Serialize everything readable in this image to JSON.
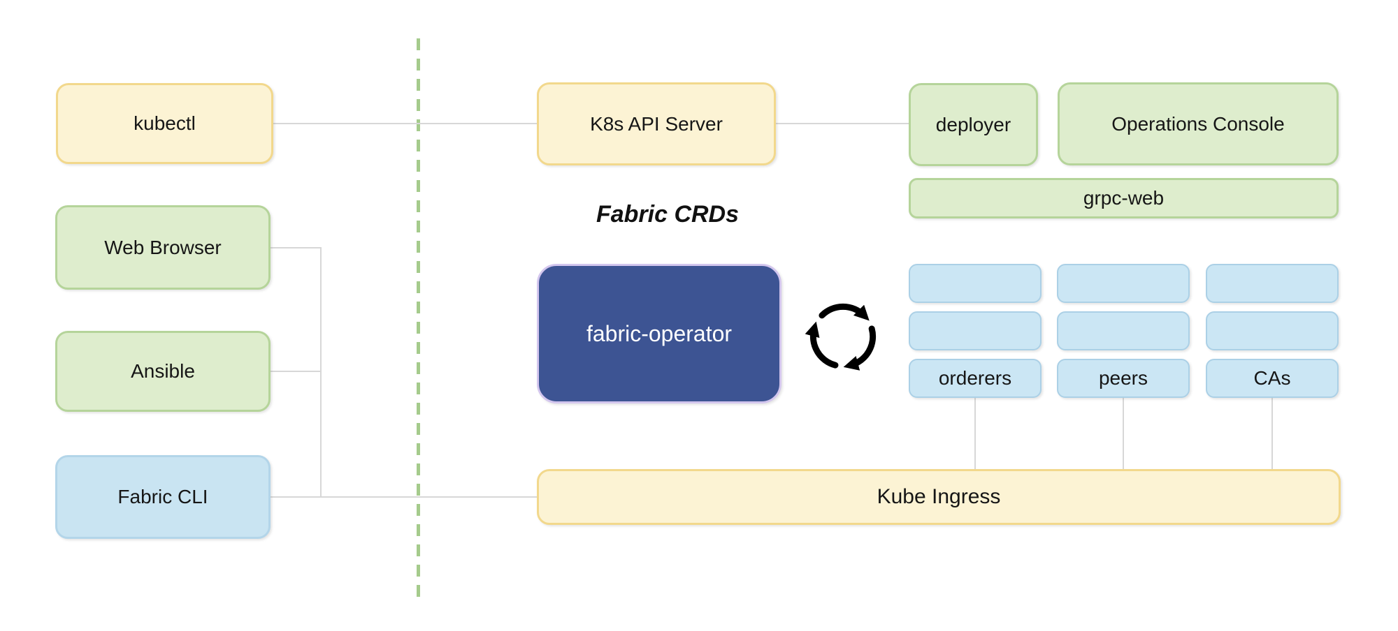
{
  "nodes": {
    "kubectl": "kubectl",
    "web_browser": "Web Browser",
    "ansible": "Ansible",
    "fabric_cli": "Fabric CLI",
    "k8s_api_server": "K8s API Server",
    "fabric_crds": "Fabric CRDs",
    "fabric_operator": "fabric-operator",
    "deployer": "deployer",
    "operations_console": "Operations Console",
    "grpc_web": "grpc-web",
    "orderers": "orderers",
    "peers": "peers",
    "cas": "CAs",
    "kube_ingress": "Kube Ingress"
  },
  "icons": {
    "sync": "circular-arrows-sync-icon"
  },
  "colors": {
    "yellow_fill": "#FCF3D4",
    "yellow_border": "#F2D88C",
    "green_fill": "#DEEDCD",
    "green_border": "#B5D49A",
    "blue_fill": "#C9E4F2",
    "blue_border": "#B3D5E9",
    "operator_fill": "#3D5493",
    "operator_border": "#D3C6EE",
    "operator_text": "#FFFFFF",
    "dashed_divider": "#A5CB8C",
    "connector_line": "#D7D7D7",
    "icon_color": "#000000"
  }
}
